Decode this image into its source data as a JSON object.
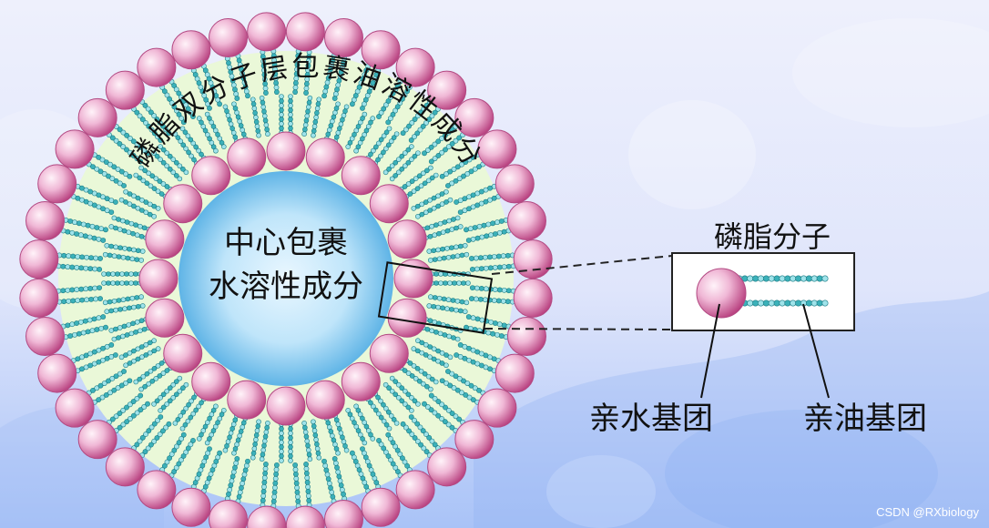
{
  "colors": {
    "bg_top": "#e9ebfb",
    "bg_bottom": "#a9c3f7",
    "head": "#c8508f",
    "head_light": "#fbe9f3",
    "tail": "#2d9aa2",
    "tail_light": "#aee6ec",
    "shell_fill": "#eaf8d8",
    "core_edge": "#5fb7e8",
    "core_center": "#dff2ff"
  },
  "labels": {
    "curved_title": "磷脂双分子层包裹油溶性成分",
    "core_line1": "中心包裹",
    "core_line2": "水溶性成分",
    "inset_title": "磷脂分子",
    "hydrophilic": "亲水基团",
    "lipophilic": "亲油基团",
    "watermark": "CSDN @RXbiology"
  },
  "counts": {
    "outer_heads": 40,
    "inner_heads": 20
  }
}
